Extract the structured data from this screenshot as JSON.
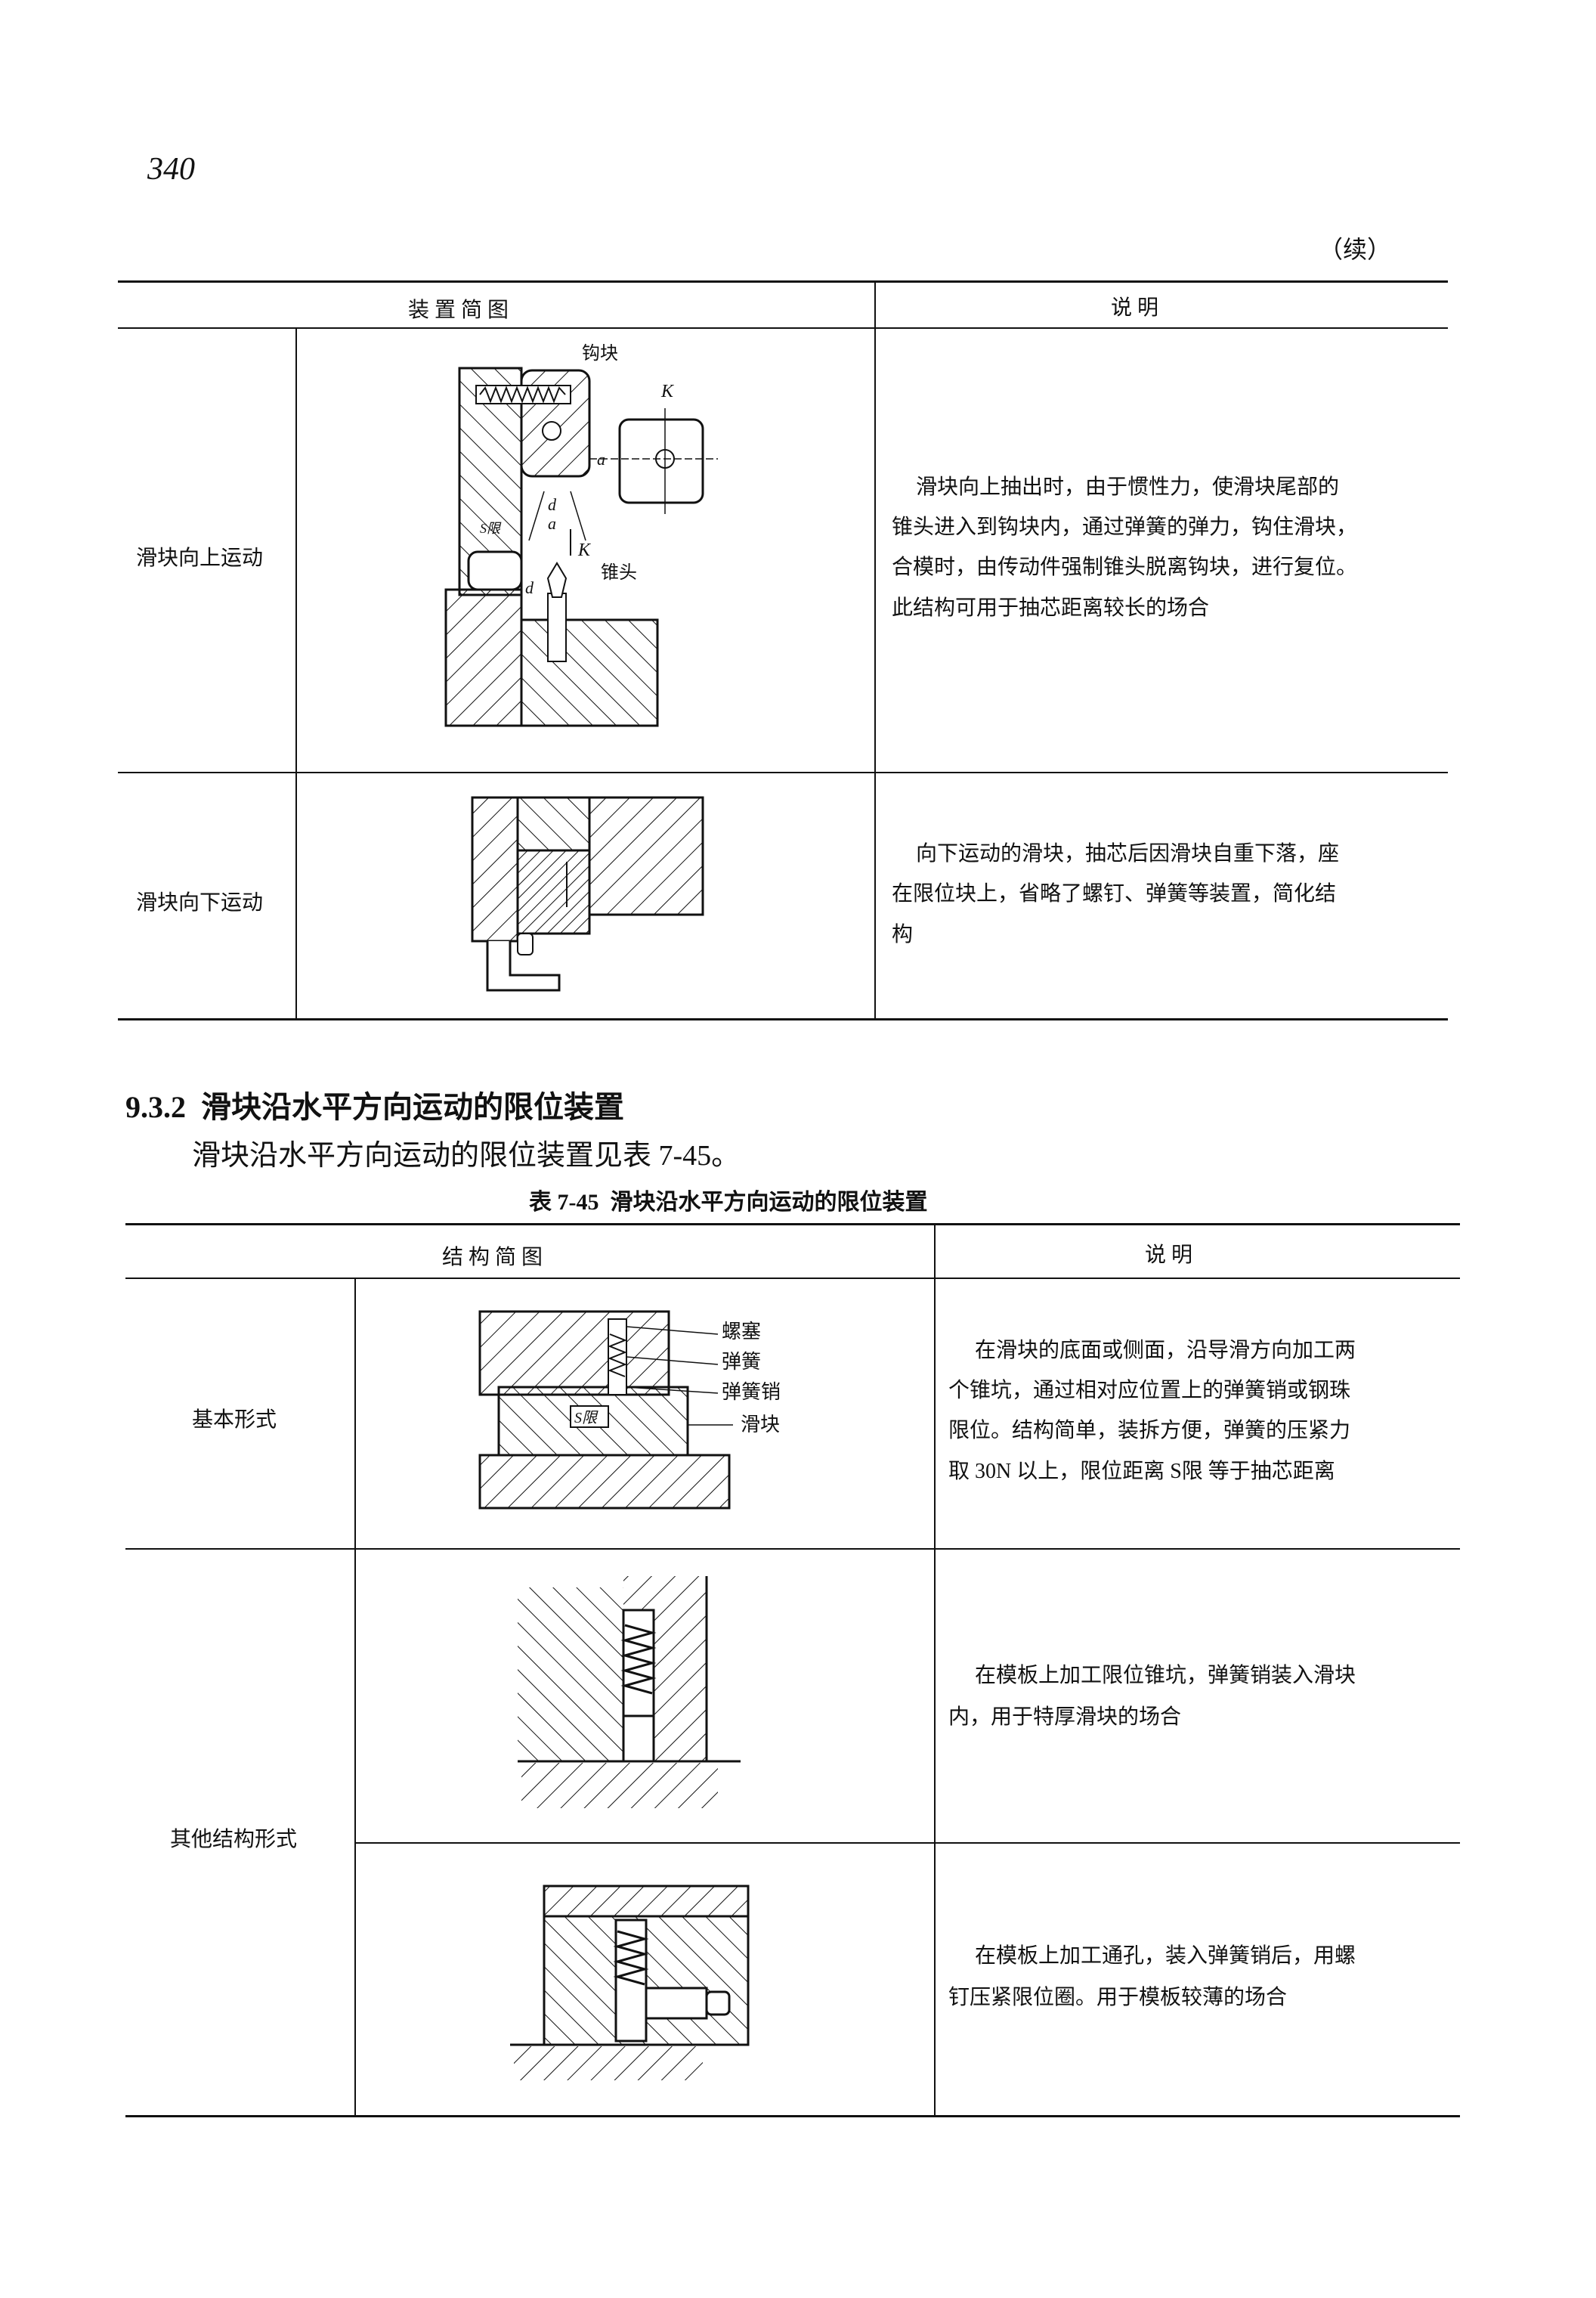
{
  "page_number": "340",
  "continued_mark": "（续）",
  "table1": {
    "headers": [
      "装 置 简 图",
      "说 明"
    ],
    "rows": [
      {
        "label": "滑块向上运动",
        "diagram_labels": {
          "hook": "钩块",
          "k_top": "K",
          "k_arrow": "K",
          "cone": "锥头",
          "a1": "a",
          "a2": "a",
          "d1": "d",
          "d2": "d",
          "s": "S限"
        },
        "lines": [
          "滑块向上抽出时，由于惯性力，使滑块尾部的",
          "锥头进入到钩块内，通过弹簧的弹力，钩住滑块，",
          "合模时，由传动件强制锥头脱离钩块，进行复位。",
          "此结构可用于抽芯距离较长的场合"
        ]
      },
      {
        "label": "滑块向下运动",
        "lines": [
          "向下运动的滑块，抽芯后因滑块自重下落，座",
          "在限位块上，省略了螺钉、弹簧等装置，简化结",
          "构"
        ]
      }
    ]
  },
  "section": {
    "number": "9.3.2",
    "title": "滑块沿水平方向运动的限位装置",
    "body": "滑块沿水平方向运动的限位装置见表 7-45。"
  },
  "table2": {
    "caption_number": "表 7-45",
    "caption_title": "滑块沿水平方向运动的限位装置",
    "headers": [
      "结 构 简 图",
      "说 明"
    ],
    "rows": [
      {
        "label": "基本形式",
        "diagram_labels": {
          "plug": "螺塞",
          "spring": "弹簧",
          "pin": "弹簧销",
          "slider": "滑块",
          "s": "S限"
        },
        "lines": [
          "在滑块的底面或侧面，沿导滑方向加工两",
          "个锥坑，通过相对应位置上的弹簧销或钢珠",
          "限位。结构简单，装拆方便，弹簧的压紧力",
          "取 30N 以上，限位距离 S限 等于抽芯距离"
        ]
      },
      {
        "label": "其他结构形式",
        "lines": [
          "在模板上加工限位锥坑，弹簧销装入滑块",
          "内，用于特厚滑块的场合"
        ]
      },
      {
        "lines": [
          "在模板上加工通孔，装入弹簧销后，用螺",
          "钉压紧限位圈。用于模板较薄的场合"
        ]
      }
    ]
  }
}
